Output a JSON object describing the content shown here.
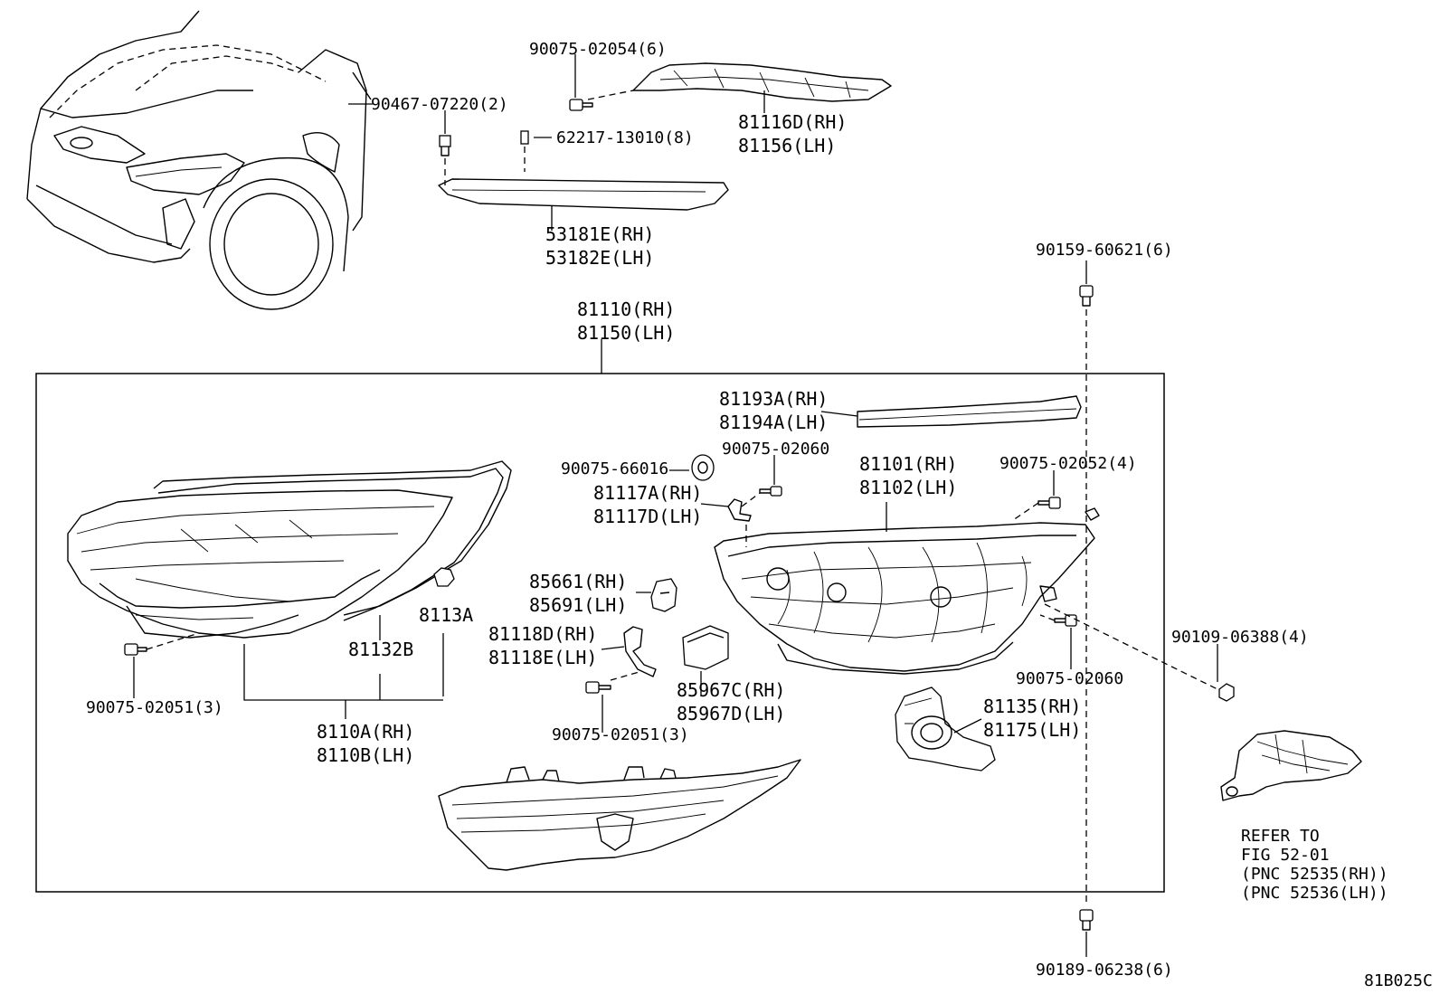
{
  "figure_code": "81B025C",
  "assembly": {
    "rh": "81110(RH)",
    "lh": "81150(LH)"
  },
  "callouts": {
    "c90075_02054": "90075-02054(6)",
    "c90467_07220": "90467-07220(2)",
    "c62217_13010": "62217-13010(8)",
    "c81116D": "81116D(RH)",
    "c81156": "81156(LH)",
    "c53181E": "53181E(RH)",
    "c53182E": "53182E(LH)",
    "c90159_60621": "90159-60621(6)",
    "c81193A": "81193A(RH)",
    "c81194A": "81194A(LH)",
    "c90075_66016": "90075-66016",
    "c90075_02060_top": "90075-02060",
    "c81101": "81101(RH)",
    "c81102": "81102(LH)",
    "c90075_02052": "90075-02052(4)",
    "c81117A": "81117A(RH)",
    "c81117D": "81117D(LH)",
    "c85661": "85661(RH)",
    "c85691": "85691(LH)",
    "c8113A": "8113A",
    "c81132B": "81132B",
    "c81118D": "81118D(RH)",
    "c81118E": "81118E(LH)",
    "c90109_06388": "90109-06388(4)",
    "c90075_02060_bottom": "90075-02060",
    "c85967C": "85967C(RH)",
    "c85967D": "85967D(LH)",
    "c81135": "81135(RH)",
    "c81175": "81175(LH)",
    "c90075_02051_left": "90075-02051(3)",
    "c90075_02051_mid": "90075-02051(3)",
    "c8110A": "8110A(RH)",
    "c8110B": "8110B(LH)",
    "c90189_06238": "90189-06238(6)"
  },
  "refer_note": {
    "line1": "REFER TO",
    "line2": "FIG 52-01",
    "line3": "(PNC 52535(RH))",
    "line4": "(PNC 52536(LH))"
  }
}
